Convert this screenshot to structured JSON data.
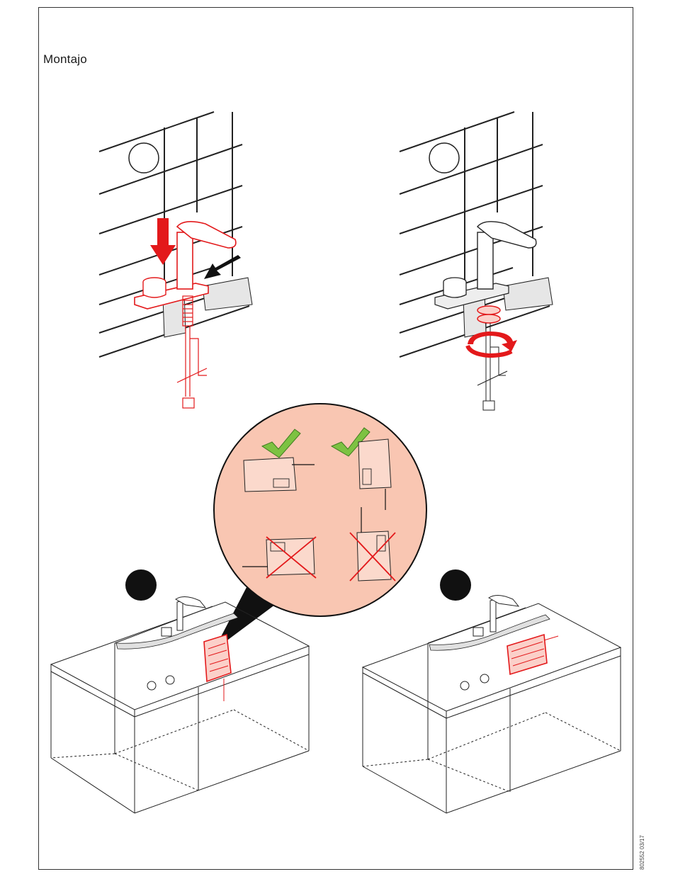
{
  "page": {
    "title": "Montajo",
    "doc_number": "802552 03/17"
  },
  "colors": {
    "accent": "#e3191b",
    "zoom_bg": "#f9c6b2",
    "check": "#7dc242",
    "frame": "#333333"
  },
  "figures": [
    {
      "name": "faucet-insert",
      "icon": "red-arrow-down-icon"
    },
    {
      "name": "faucet-tighten",
      "icon": "rotate-arrow-icon"
    },
    {
      "name": "control-box-orientation",
      "icon": "check-and-cross-icons"
    },
    {
      "name": "cabinet-vertical-mount",
      "icon": "cabinet-icon"
    },
    {
      "name": "cabinet-horizontal-mount",
      "icon": "cabinet-icon"
    }
  ]
}
